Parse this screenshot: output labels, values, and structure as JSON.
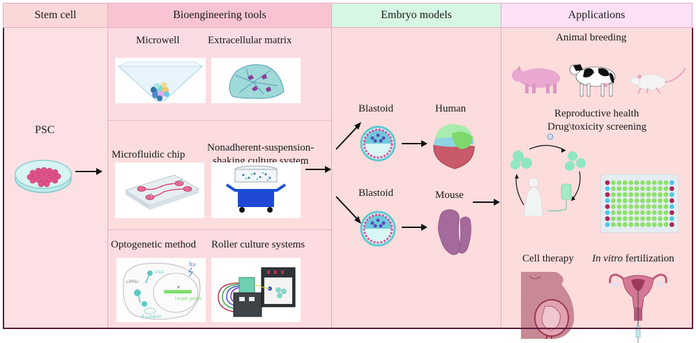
{
  "columns": {
    "stem_cell": {
      "title": "Stem cell",
      "label": "PSC",
      "header_color": "#fbd7d7",
      "body_color": "#fde0e4"
    },
    "bioengineering": {
      "title": "Bioengineering tools",
      "header_color": "#f8c4d2",
      "body_color": "#fcdde2",
      "tools": [
        {
          "label": "Microwell"
        },
        {
          "label": "Extracellular matrix"
        },
        {
          "label": "Microfluidic chip"
        },
        {
          "label_line1": "Nonadherent-suspension-",
          "label_line2": "shaking culture system"
        },
        {
          "label": "Optogenetic method"
        },
        {
          "label": "Roller culture systems"
        }
      ],
      "optogenetic_annotations": {
        "cry2": "Cry2",
        "lrp6c": "LRP6c",
        "hv": "hν",
        "target": "target genes",
        "bcat": "β-catenin"
      }
    },
    "embryo_models": {
      "title": "Embryo models",
      "header_color": "#d5f7e3",
      "body_color": "#fcdcdc",
      "models": [
        {
          "source": "Blastoid",
          "result": "Human"
        },
        {
          "source": "Blastoid",
          "result": "Mouse"
        }
      ]
    },
    "applications": {
      "title": "Applications",
      "header_color": "#fde0f6",
      "body_color": "#fddcdc",
      "animal_breeding": "Animal breeding",
      "reproductive_health": "Reproductive health",
      "drug_screening": "Drug\\toxicity screening",
      "cell_therapy": "Cell therapy",
      "ivf_italic": "In vitro",
      "ivf_rest": " fertilization"
    }
  }
}
